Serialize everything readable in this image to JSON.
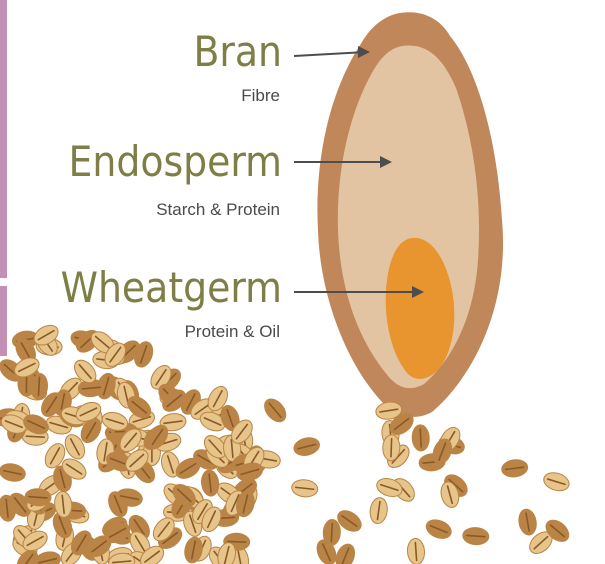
{
  "colors": {
    "accent_bar": "#c48fb5",
    "bran": "#c0875a",
    "endosperm": "#e3c4a2",
    "germ": "#e8952f",
    "label": "#7e7e46",
    "arrow": "#4d4d4d",
    "sublabel": "#4a4a4a",
    "grain_light": "#e6c48a",
    "grain_dark": "#b98445",
    "grain_crease": "#8a5a26"
  },
  "labels": [
    {
      "title": "Bran",
      "subtitle": "Fibre",
      "points_to": "outer-layer"
    },
    {
      "title": "Endosperm",
      "subtitle": "Starch & Protein",
      "points_to": "middle-layer"
    },
    {
      "title": "Wheatgerm",
      "subtitle": "Protein & Oil",
      "points_to": "germ"
    }
  ],
  "grain_diagram": {
    "layers": [
      "bran",
      "endosperm",
      "germ"
    ]
  },
  "decoration": {
    "photo": "scattered-wheat-grains"
  }
}
